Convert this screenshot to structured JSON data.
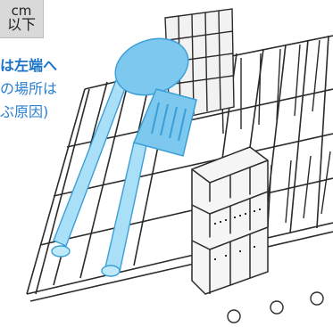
{
  "size_label": {
    "unit": "cm",
    "below": "以下"
  },
  "note": {
    "line1": "は左端へ",
    "line2": "の場所は",
    "line3": "ぶ原因)"
  },
  "colors": {
    "utensil_blue": "#8fd3f5",
    "utensil_outline": "#3a9fd6",
    "rack_line": "#2b2b2b",
    "note_text": "#1a73c8",
    "label_bg": "#d9d9d9"
  }
}
